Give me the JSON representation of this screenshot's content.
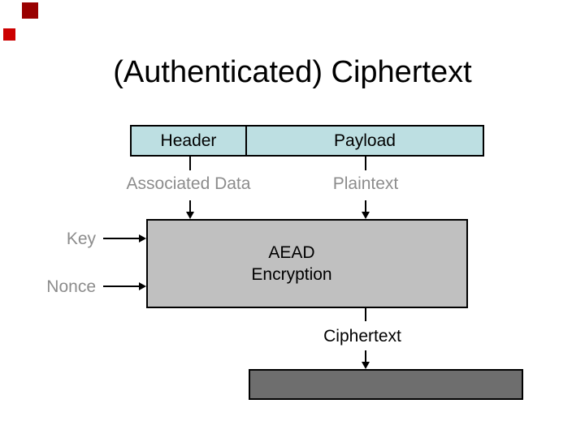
{
  "slide": {
    "title": "(Authenticated) Ciphertext",
    "background_color": "#ffffff",
    "decoration": {
      "square_top_color": "#990000",
      "square_bottom_color": "#cc0000"
    }
  },
  "diagram": {
    "message_box": {
      "fill": "#bddfe2",
      "border_color": "#000000",
      "cells": [
        {
          "label": "Header"
        },
        {
          "label": "Payload"
        }
      ]
    },
    "flow_labels": {
      "associated_data": "Associated Data",
      "plaintext": "Plaintext",
      "ciphertext": "Ciphertext",
      "muted_text_color": "#8c8c8c"
    },
    "inputs": {
      "key": "Key",
      "nonce": "Nonce"
    },
    "process_box": {
      "label_line1": "AEAD",
      "label_line2": "Encryption",
      "fill": "#c0c0c0"
    },
    "output_box": {
      "fill": "#6e6e6e"
    },
    "arrow_color": "#000000"
  }
}
